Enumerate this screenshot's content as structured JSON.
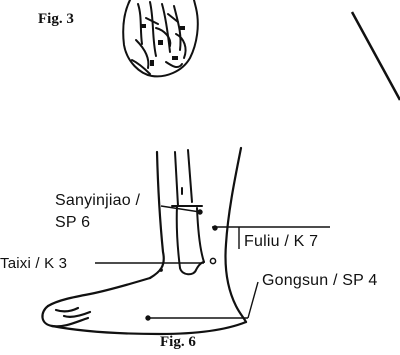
{
  "top_figure": {
    "caption": "Fig. 3"
  },
  "main_figure": {
    "caption": "Fig. 6",
    "labels": {
      "sanyinjiao_line1": "Sanyinjiao /",
      "sanyinjiao_line2": "SP 6",
      "taixi": "Taixi / K 3",
      "fuliu": "Fuliu / K 7",
      "gongsun": "Gongsun / SP 4"
    }
  }
}
